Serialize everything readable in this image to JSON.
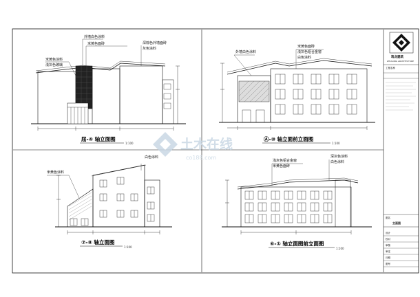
{
  "drawings": [
    {
      "title": "屈-④ 轴立面图",
      "scale": "1:100",
      "notes": [
        "外墙白色涂料",
        "米黄色面砖",
        "米黄色涂料",
        "浅灰色玻璃",
        "深棕色外墙面砖",
        "灰色涂料"
      ]
    },
    {
      "title": "Ⓐ-⑩ 轴立面前立面图",
      "scale": "1:100",
      "notes": [
        "外墙白色涂料",
        "米黄色面砖",
        "浅灰色铝合金窗",
        "白色涂料"
      ]
    },
    {
      "title": "⑦-⑧ 轴立面图",
      "scale": "1:100",
      "notes": [
        "米黄色涂料",
        "白色涂料"
      ]
    },
    {
      "title": "⑥-① 轴立面图前立面图",
      "scale": "1:100",
      "notes": [
        "浅灰色铝合金窗",
        "米黄色面砖",
        "深灰色涂料",
        "白色涂料"
      ]
    }
  ],
  "title_block": {
    "company": "筑龙建筑",
    "company_en": "ZHULONG ARCHITECTURE",
    "project_label": "工程名称",
    "drawing_label": "图名",
    "drawing_name": "立面图",
    "rows": [
      "设计",
      "校对",
      "审核",
      "审定",
      "日期",
      "图号"
    ]
  },
  "watermark": {
    "main": "土木在线",
    "sub": "co188.com"
  }
}
